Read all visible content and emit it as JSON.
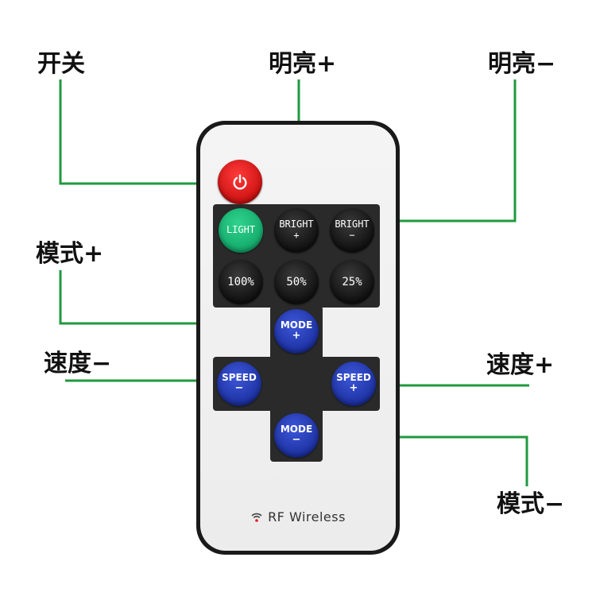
{
  "callouts": {
    "power": "开关",
    "bright_up": "明亮+",
    "bright_down": "明亮−",
    "mode_up": "模式+",
    "speed_down": "速度−",
    "speed_up": "速度+",
    "mode_down": "模式−"
  },
  "buttons": {
    "light": "LIGHT",
    "bright_plus_top": "BRIGHT",
    "bright_plus_bottom": "+",
    "bright_minus_top": "BRIGHT",
    "bright_minus_bottom": "−",
    "pct_100": "100%",
    "pct_50": "50%",
    "pct_25": "25%",
    "mode_plus_top": "MODE",
    "mode_plus_bottom": "+",
    "speed_minus_top": "SPEED",
    "speed_minus_bottom": "−",
    "speed_plus_top": "SPEED",
    "speed_plus_bottom": "+",
    "mode_minus_top": "MODE",
    "mode_minus_bottom": "−"
  },
  "brand": "RF Wireless",
  "icons": {
    "power": "power-icon",
    "wireless": "wireless-signal-icon"
  },
  "colors": {
    "leader_line": "#1f9a3f",
    "power_button": "#e51c1c",
    "light_button": "#1fbf7c",
    "mode_speed_buttons": "#2640b8",
    "number_buttons": "#111111",
    "remote_body": "#1a1a1a",
    "remote_face": "#f0f0f0"
  }
}
